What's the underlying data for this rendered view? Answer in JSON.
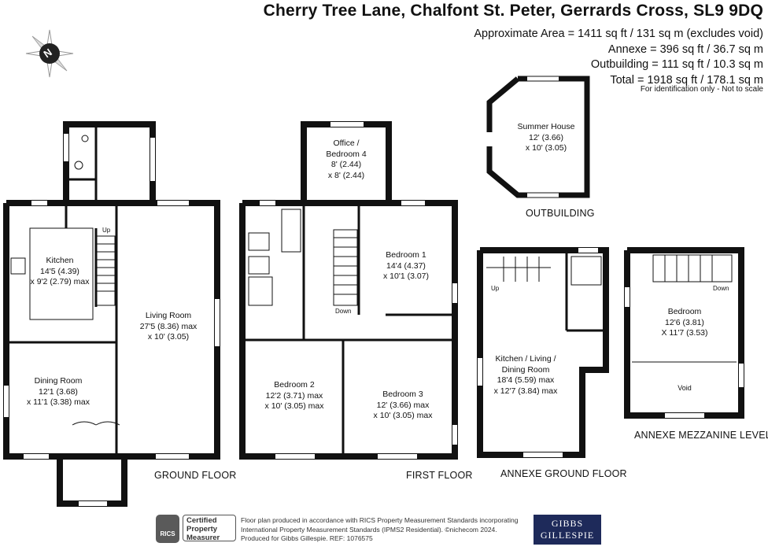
{
  "header": {
    "address": "Cherry Tree Lane, Chalfont St. Peter, Gerrards Cross, SL9 9DQ",
    "area_lines": [
      "Approximate Area = 1411 sq ft / 131 sq m (excludes void)",
      "Annexe = 396 sq ft / 36.7 sq m",
      "Outbuilding = 111 sq ft / 10.3 sq m",
      "Total = 1918 sq ft / 178.1 sq m"
    ],
    "note": "For identification only - Not to scale"
  },
  "compass": {
    "letter": "N",
    "icon": "compass-icon"
  },
  "floors": {
    "ground": "GROUND FLOOR",
    "first": "FIRST FLOOR",
    "outbuilding": "OUTBUILDING",
    "annexe_ground": "ANNEXE GROUND FLOOR",
    "annexe_mezz": "ANNEXE MEZZANINE LEVEL"
  },
  "rooms": {
    "kitchen": [
      "Kitchen",
      "14'5 (4.39)",
      "x 9'2 (2.79) max"
    ],
    "living": [
      "Living Room",
      "27'5 (8.36) max",
      "x 10' (3.05)"
    ],
    "dining": [
      "Dining Room",
      "12'1 (3.68)",
      "x 11'1 (3.38) max"
    ],
    "office": [
      "Office /",
      "Bedroom 4",
      "8' (2.44)",
      "x 8' (2.44)"
    ],
    "bed1": [
      "Bedroom 1",
      "14'4 (4.37)",
      "x 10'1 (3.07)"
    ],
    "bed2": [
      "Bedroom 2",
      "12'2 (3.71) max",
      "x 10' (3.05) max"
    ],
    "bed3": [
      "Bedroom 3",
      "12' (3.66) max",
      "x 10' (3.05) max"
    ],
    "summer": [
      "Summer House",
      "12' (3.66)",
      "x 10' (3.05)"
    ],
    "annexe_kitchen": [
      "Kitchen / Living /",
      "Dining Room",
      "18'4 (5.59) max",
      "x 12'7 (3.84) max"
    ],
    "annexe_bed": [
      "Bedroom",
      "12'6 (3.81)",
      "X 11'7 (3.53)"
    ],
    "void": "Void"
  },
  "stairs": {
    "up": "Up",
    "down": "Down"
  },
  "footer": {
    "rics_badge": "RICS",
    "rics_lines": [
      "Certified",
      "Property",
      "Measurer"
    ],
    "text_lines": [
      "Floor plan produced in accordance with RICS Property Measurement Standards incorporating",
      "International Property Measurement Standards (IPMS2 Residential).  ©nichecom 2024.",
      "Produced for Gibbs Gillespie.   REF:  1076575"
    ],
    "brand": [
      "GIBBS",
      "GILLESPIE"
    ]
  }
}
